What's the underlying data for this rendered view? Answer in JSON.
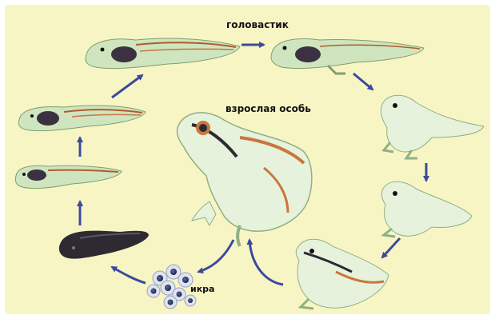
{
  "labels": {
    "tadpole": "головастик",
    "adult": "взрослая особь",
    "eggs": "икра"
  },
  "colors": {
    "background": "#f8f5c4",
    "arrow": "#3b4a9e",
    "body_light": "#e6f2dc",
    "body_green": "#cfe5bf",
    "stripe": "#c9763d",
    "dark": "#2d2a32"
  }
}
